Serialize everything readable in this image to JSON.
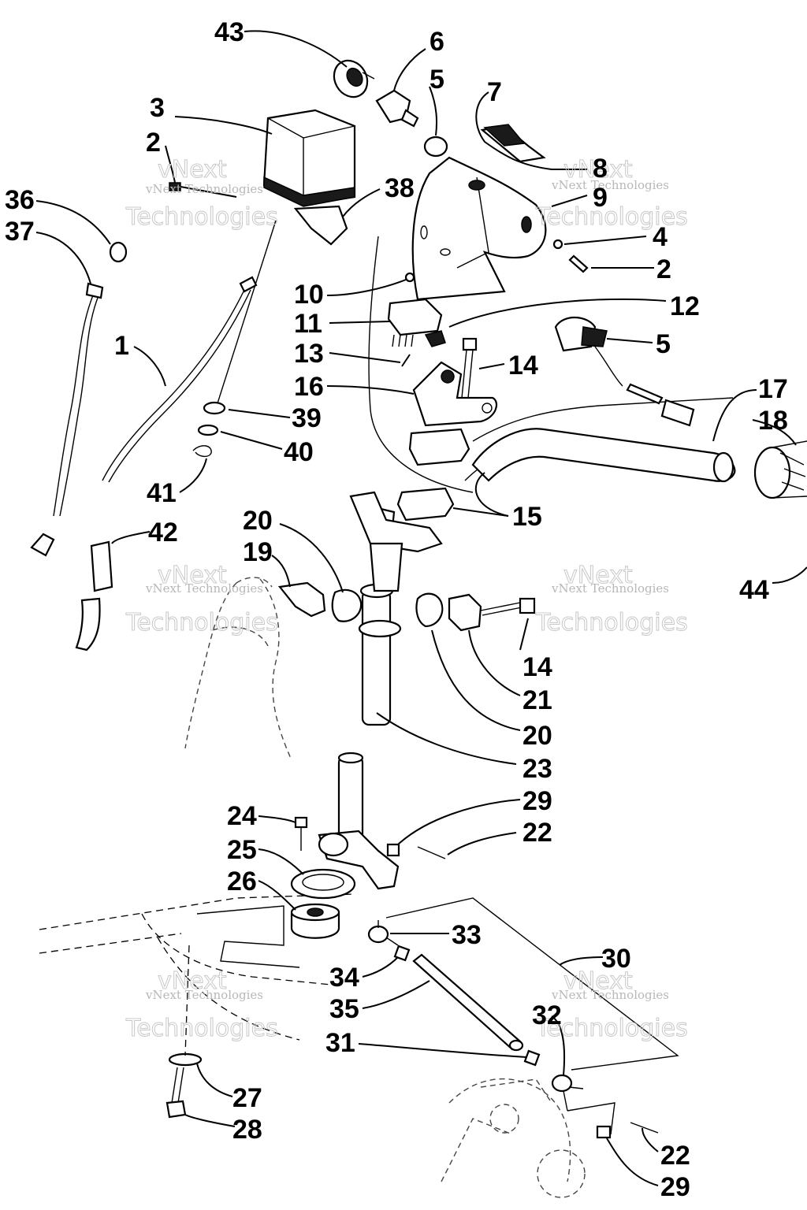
{
  "labels": [
    {
      "id": "43",
      "text": "43"
    },
    {
      "id": "6",
      "text": "6"
    },
    {
      "id": "5a",
      "text": "5"
    },
    {
      "id": "7",
      "text": "7"
    },
    {
      "id": "3",
      "text": "3"
    },
    {
      "id": "2a",
      "text": "2"
    },
    {
      "id": "38",
      "text": "38"
    },
    {
      "id": "8",
      "text": "8"
    },
    {
      "id": "9",
      "text": "9"
    },
    {
      "id": "36",
      "text": "36"
    },
    {
      "id": "37",
      "text": "37"
    },
    {
      "id": "4",
      "text": "4"
    },
    {
      "id": "2b",
      "text": "2"
    },
    {
      "id": "10",
      "text": "10"
    },
    {
      "id": "11",
      "text": "11"
    },
    {
      "id": "12",
      "text": "12"
    },
    {
      "id": "5b",
      "text": "5"
    },
    {
      "id": "1",
      "text": "1"
    },
    {
      "id": "13",
      "text": "13"
    },
    {
      "id": "14a",
      "text": "14"
    },
    {
      "id": "16",
      "text": "16"
    },
    {
      "id": "17",
      "text": "17"
    },
    {
      "id": "18",
      "text": "18"
    },
    {
      "id": "39",
      "text": "39"
    },
    {
      "id": "40",
      "text": "40"
    },
    {
      "id": "41",
      "text": "41"
    },
    {
      "id": "42",
      "text": "42"
    },
    {
      "id": "15",
      "text": "15"
    },
    {
      "id": "20a",
      "text": "20"
    },
    {
      "id": "19",
      "text": "19"
    },
    {
      "id": "44",
      "text": "44"
    },
    {
      "id": "14b",
      "text": "14"
    },
    {
      "id": "21",
      "text": "21"
    },
    {
      "id": "20b",
      "text": "20"
    },
    {
      "id": "23",
      "text": "23"
    },
    {
      "id": "29a",
      "text": "29"
    },
    {
      "id": "24",
      "text": "24"
    },
    {
      "id": "22a",
      "text": "22"
    },
    {
      "id": "25",
      "text": "25"
    },
    {
      "id": "26",
      "text": "26"
    },
    {
      "id": "33",
      "text": "33"
    },
    {
      "id": "30",
      "text": "30"
    },
    {
      "id": "34",
      "text": "34"
    },
    {
      "id": "35",
      "text": "35"
    },
    {
      "id": "32",
      "text": "32"
    },
    {
      "id": "31",
      "text": "31"
    },
    {
      "id": "27",
      "text": "27"
    },
    {
      "id": "28",
      "text": "28"
    },
    {
      "id": "22b",
      "text": "22"
    },
    {
      "id": "29b",
      "text": "29"
    }
  ],
  "watermark": {
    "line1": "vNext",
    "line2": "vNext Technologies",
    "line3": "Technologies"
  }
}
